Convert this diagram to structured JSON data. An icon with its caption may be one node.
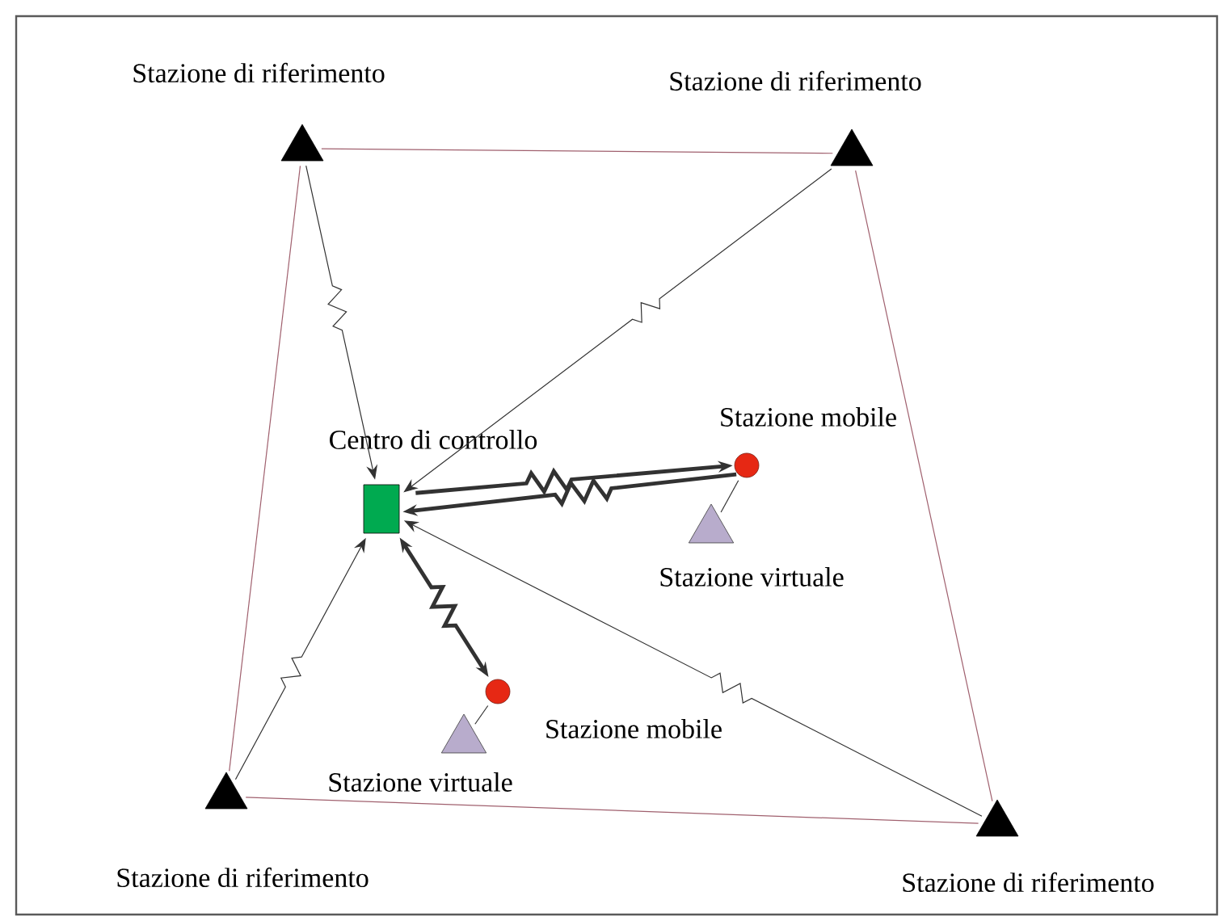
{
  "diagram": {
    "nodes": [
      {
        "text": [
          "Stazione di riferimento"
        ]
      },
      {
        "text": [
          "Stazione di riferimento"
        ]
      },
      {
        "text": [
          "Centro di controllo"
        ]
      },
      {
        "text": [
          "Stazione mobile"
        ]
      },
      {
        "text": [
          "Stazione virtuale"
        ]
      },
      {
        "text": [
          "Stazione mobile"
        ]
      },
      {
        "text": [
          "Stazione virtuale"
        ]
      },
      {
        "text": [
          "Stazione di riferimento"
        ]
      },
      {
        "text": [
          "Stazione di riferimento"
        ]
      }
    ],
    "edges": [
      {
        "from": 0,
        "to": 1,
        "arrow": "none",
        "color": "#a0606e"
      },
      {
        "from": 1,
        "to": 8,
        "arrow": "none",
        "color": "#a0606e"
      },
      {
        "from": 0,
        "to": 7,
        "arrow": "none",
        "color": "#a0606e"
      },
      {
        "from": 7,
        "to": 8,
        "arrow": "none",
        "color": "#a0606e"
      },
      {
        "from": 0,
        "to": 2,
        "arrow": "to"
      },
      {
        "from": 1,
        "to": 2,
        "arrow": "to"
      },
      {
        "from": 7,
        "to": 2,
        "arrow": "to"
      },
      {
        "from": 8,
        "to": 2,
        "arrow": "to"
      },
      {
        "from": 2,
        "to": 3,
        "arrow": "to",
        "style": "thick"
      },
      {
        "from": 3,
        "to": 2,
        "arrow": "to",
        "style": "thick"
      },
      {
        "from": 2,
        "to": 5,
        "arrow": "both",
        "style": "thick"
      },
      {
        "from": 3,
        "to": 4,
        "arrow": "none"
      },
      {
        "from": 5,
        "to": 6,
        "arrow": "none"
      }
    ]
  }
}
